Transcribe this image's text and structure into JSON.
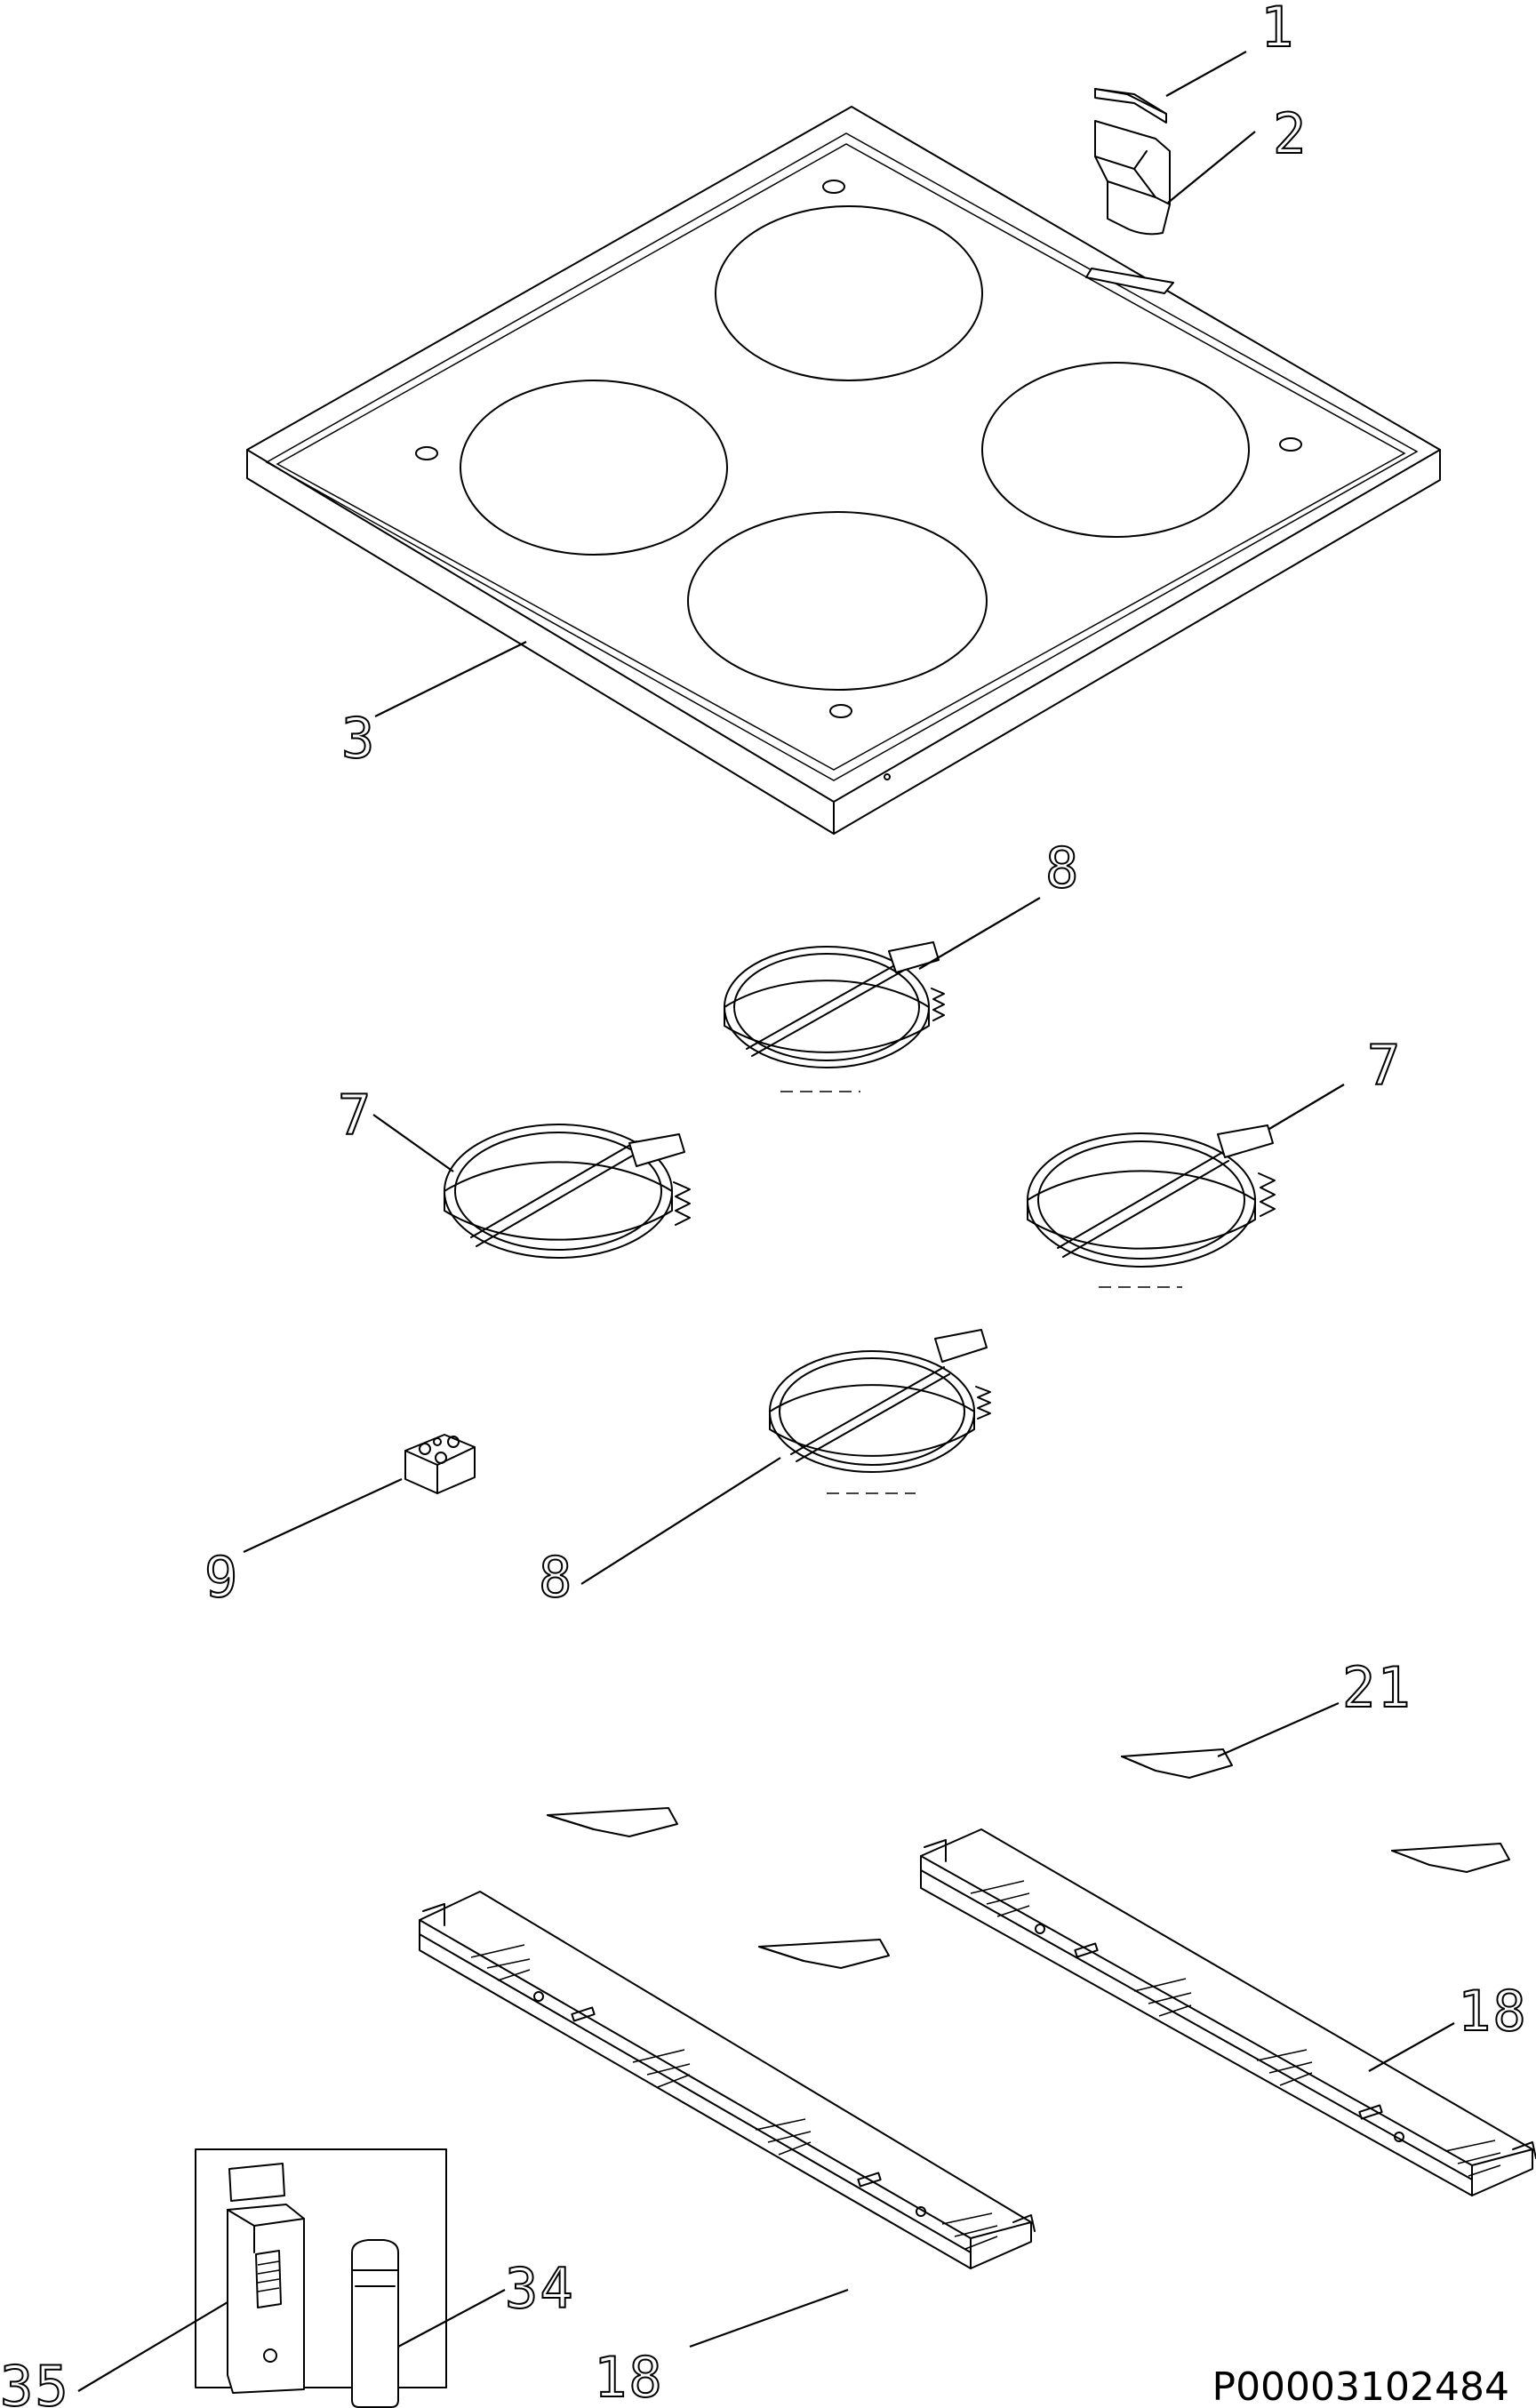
{
  "callouts": {
    "c1": "1",
    "c2": "2",
    "c3": "3",
    "c7a": "7",
    "c7b": "7",
    "c8a": "8",
    "c8b": "8",
    "c9": "9",
    "c18a": "18",
    "c18b": "18",
    "c21": "21",
    "c34": "34",
    "c35": "35"
  },
  "drawing_code": "P00003102484"
}
